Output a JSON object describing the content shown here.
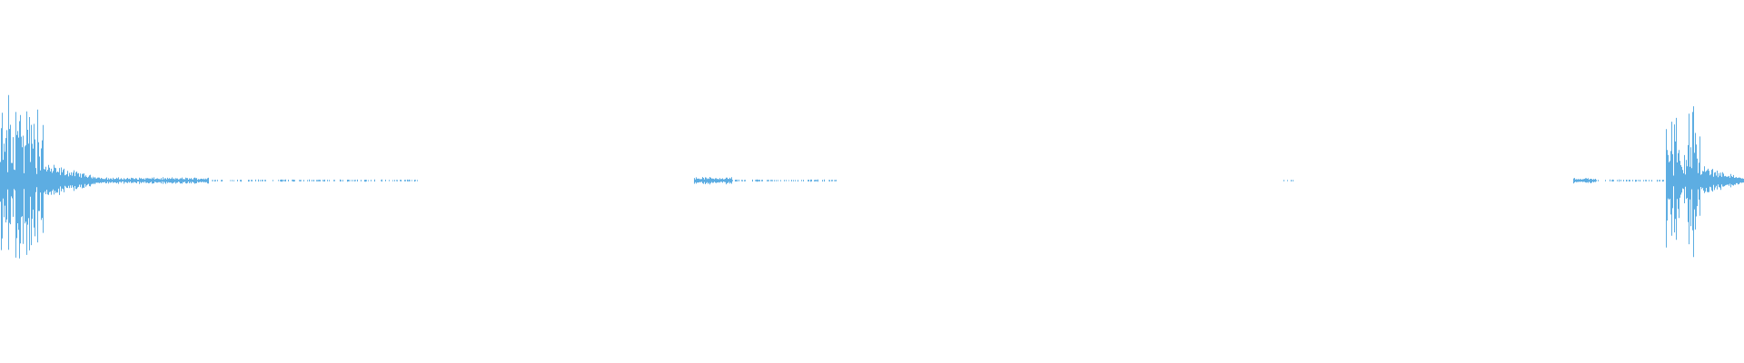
{
  "waveform": {
    "color": "#5dade2",
    "background": "#ffffff",
    "segments": [
      {
        "start": 0.0,
        "end": 0.025,
        "amplitude": 0.95,
        "style": "burst"
      },
      {
        "start": 0.025,
        "end": 0.06,
        "amplitude": 0.18,
        "style": "decay"
      },
      {
        "start": 0.06,
        "end": 0.12,
        "amplitude": 0.035,
        "style": "sparse"
      },
      {
        "start": 0.12,
        "end": 0.24,
        "amplitude": 0.012,
        "style": "dotted"
      },
      {
        "start": 0.398,
        "end": 0.42,
        "amplitude": 0.04,
        "style": "sparse"
      },
      {
        "start": 0.42,
        "end": 0.48,
        "amplitude": 0.012,
        "style": "dotted"
      },
      {
        "start": 0.736,
        "end": 0.742,
        "amplitude": 0.01,
        "style": "dotted"
      },
      {
        "start": 0.902,
        "end": 0.915,
        "amplitude": 0.03,
        "style": "sparse"
      },
      {
        "start": 0.915,
        "end": 0.955,
        "amplitude": 0.012,
        "style": "dotted"
      },
      {
        "start": 0.955,
        "end": 0.975,
        "amplitude": 0.82,
        "style": "burst"
      },
      {
        "start": 0.975,
        "end": 1.0,
        "amplitude": 0.16,
        "style": "decay"
      }
    ]
  }
}
